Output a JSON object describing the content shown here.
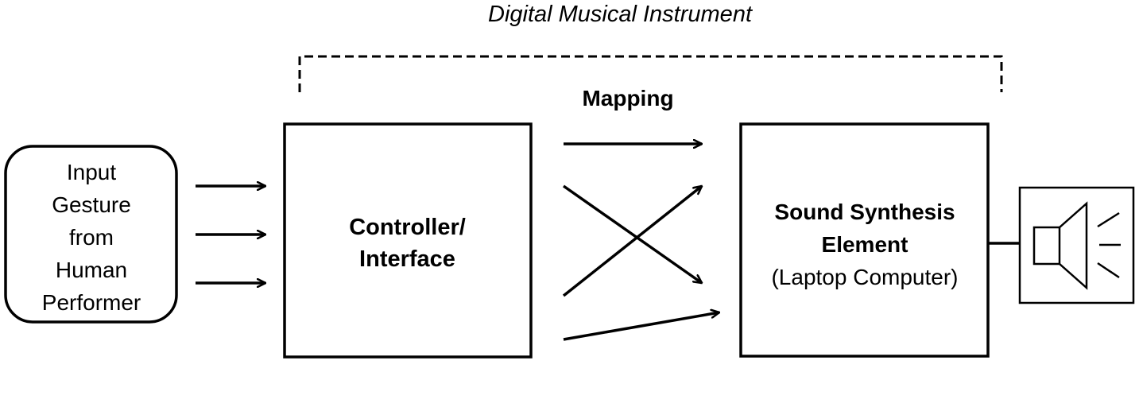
{
  "title": "Digital Musical Instrument",
  "mapping_label": "Mapping",
  "input_box": {
    "lines": [
      "Input",
      "Gesture",
      "from",
      "Human",
      "Performer"
    ]
  },
  "controller_box": {
    "lines": [
      "Controller/",
      "Interface"
    ]
  },
  "synthesis_box": {
    "title_lines": [
      "Sound Synthesis",
      "Element"
    ],
    "subtitle": "(Laptop Computer)"
  },
  "speaker": {
    "icon": "speaker-icon"
  },
  "colors": {
    "stroke": "#000000",
    "background": "#ffffff"
  }
}
